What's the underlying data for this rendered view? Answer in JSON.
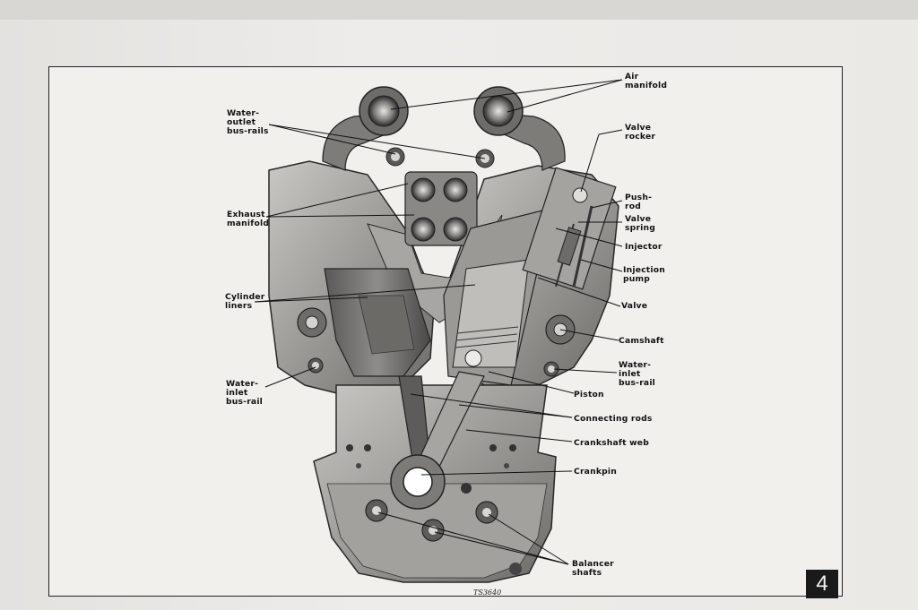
{
  "labels": {
    "air_manifold": "Air\nmanifold",
    "water_outlet_bus_rails": "Water-\noutlet\nbus-rails",
    "valve_rocker": "Valve\nrocker",
    "push_rod": "Push-\nrod",
    "valve_spring": "Valve\nspring",
    "exhaust_manifold": "Exhaust\nmanifold",
    "injector": "Injector",
    "injection_pump": "Injection\npump",
    "cylinder_liners": "Cylinder\nliners",
    "valve": "Valve",
    "camshaft": "Camshaft",
    "water_inlet_bus_rail_right": "Water-\ninlet\nbus-rail",
    "water_inlet_bus_rail_left": "Water-\ninlet\nbus-rail",
    "piston": "Piston",
    "connecting_rods": "Connecting rods",
    "crankshaft_web": "Crankshaft web",
    "crankpin": "Crankpin",
    "balancer_shafts": "Balancer\nshafts"
  },
  "figure_number": "TS3640",
  "page_number": "4",
  "colors": {
    "ink": "#111111",
    "metal_light": "#b9b7b3",
    "metal_mid": "#8d8b87",
    "metal_dark": "#4a4846",
    "paper": "#f1f0ed"
  }
}
